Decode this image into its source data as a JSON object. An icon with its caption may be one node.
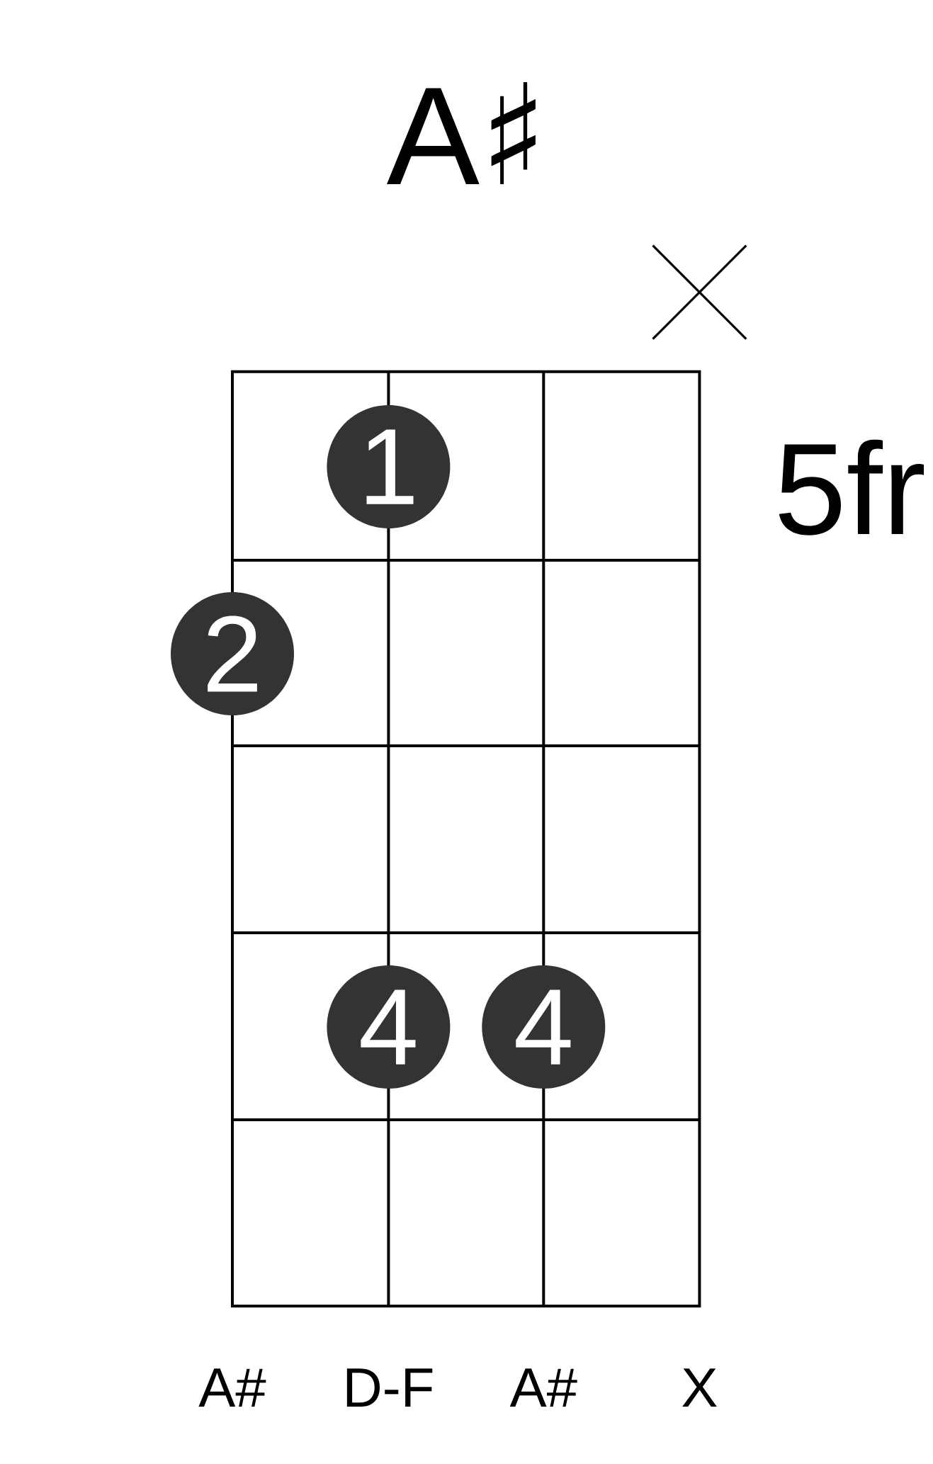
{
  "diagram": {
    "title": "A♯",
    "nodes": [
      {
        "text": [
          "1"
        ]
      },
      {
        "text": [
          "2"
        ]
      },
      {
        "text": [
          "4"
        ]
      },
      {
        "text": [
          "4"
        ]
      }
    ],
    "labels": [
      "5fr",
      "A#",
      "D-F",
      "A#",
      "X"
    ]
  }
}
